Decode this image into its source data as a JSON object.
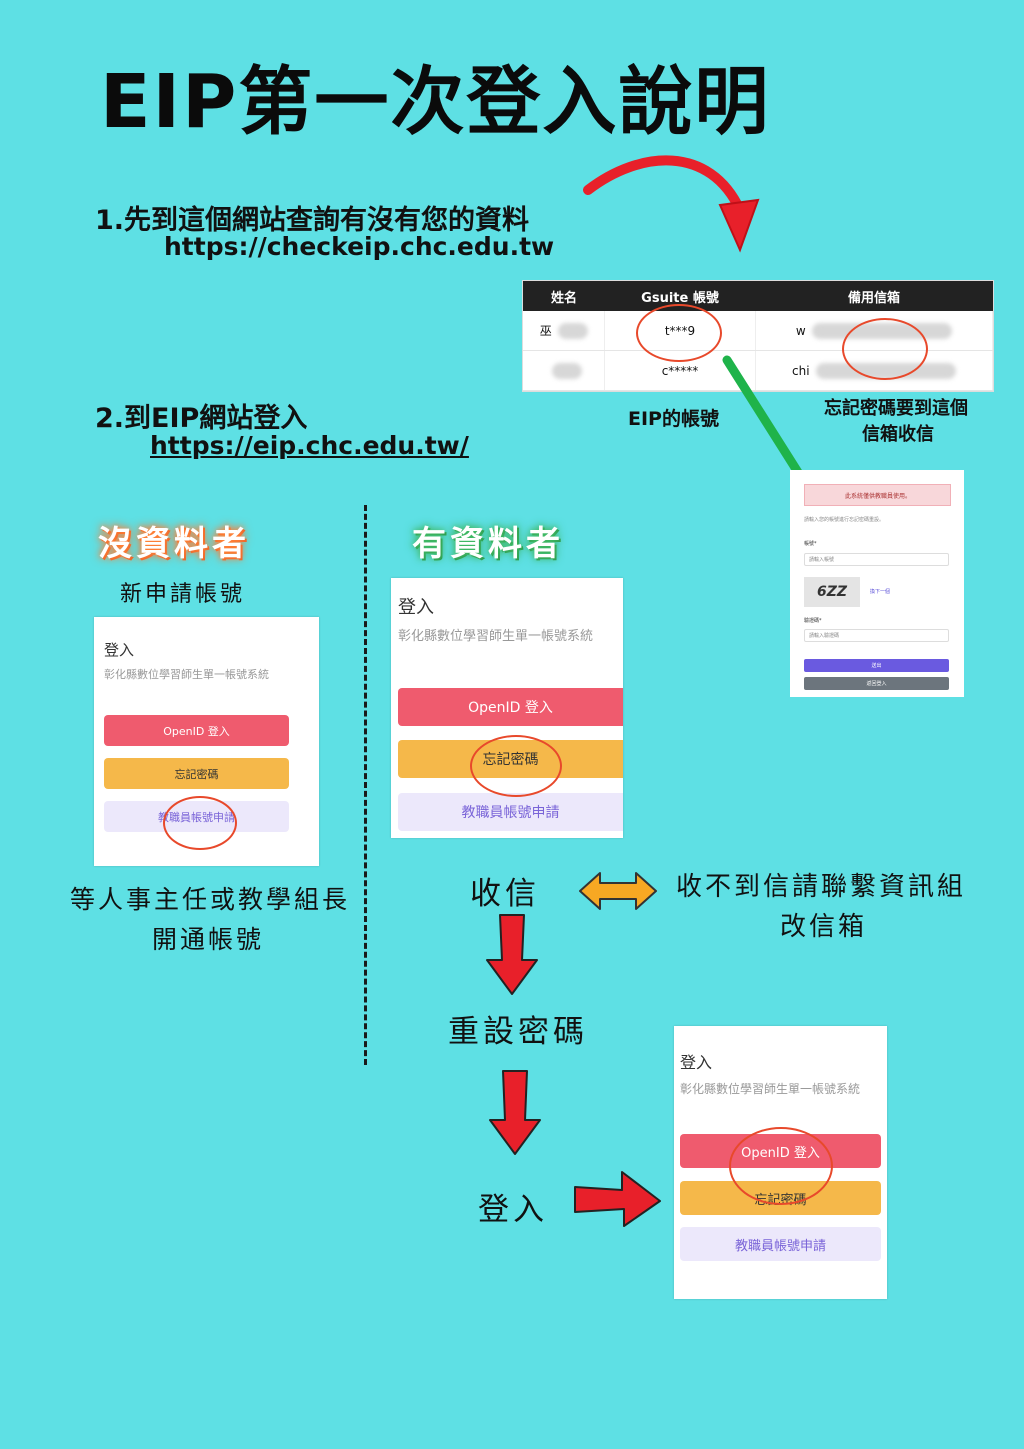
{
  "title": "EIP第一次登入說明",
  "step1": {
    "text": "1.先到這個網站查詢有沒有您的資料",
    "url": "https://checkeip.chc.edu.tw"
  },
  "step2": {
    "text": "2.到EIP網站登入",
    "url": "https://eip.chc.edu.tw/"
  },
  "table": {
    "headers": [
      "姓名",
      "Gsuite 帳號",
      "備用信箱"
    ],
    "rows": [
      [
        "巫",
        "t***9",
        "w"
      ],
      [
        "",
        "c*****",
        "chi"
      ]
    ]
  },
  "annotations": {
    "eip_account": "EIP的帳號",
    "backup_mail": "忘記密碼要到這個",
    "backup_mail2": "信箱收信"
  },
  "no_data": {
    "heading": "沒資料者",
    "apply": "新申請帳號",
    "wait1": "等人事主任或教學組長",
    "wait2": "開通帳號"
  },
  "has_data": {
    "heading": "有資料者"
  },
  "login": {
    "title": "登入",
    "subtitle": "彰化縣數位學習師生單一帳號系統",
    "openid": "OpenID 登入",
    "forgot": "忘記密碼",
    "apply": "教職員帳號申請"
  },
  "reset_form": {
    "alert": "此系統僅供教職員使用。",
    "hint": "請輸入您的帳號進行忘記密碼重設。",
    "account_label": "帳號*",
    "account_placeholder": "請輸入帳號",
    "captcha_text": "6ZZ",
    "refresh": "換下一個",
    "code_label": "驗證碼*",
    "code_placeholder": "請輸入驗證碼",
    "submit": "送出",
    "back": "返回登入"
  },
  "flow": {
    "receive": "收信",
    "no_mail1": "收不到信請聯繫資訊組",
    "no_mail2": "改信箱",
    "reset": "重設密碼",
    "login": "登入"
  },
  "colors": {
    "background": "#5ee0e4",
    "red_button": "#ef5b6e",
    "yellow_button": "#f5b84a",
    "lavender_button": "#ece8fb",
    "arrow_red": "#e8202a",
    "arrow_green": "#1fb34a",
    "arrow_orange": "#f7a823"
  }
}
